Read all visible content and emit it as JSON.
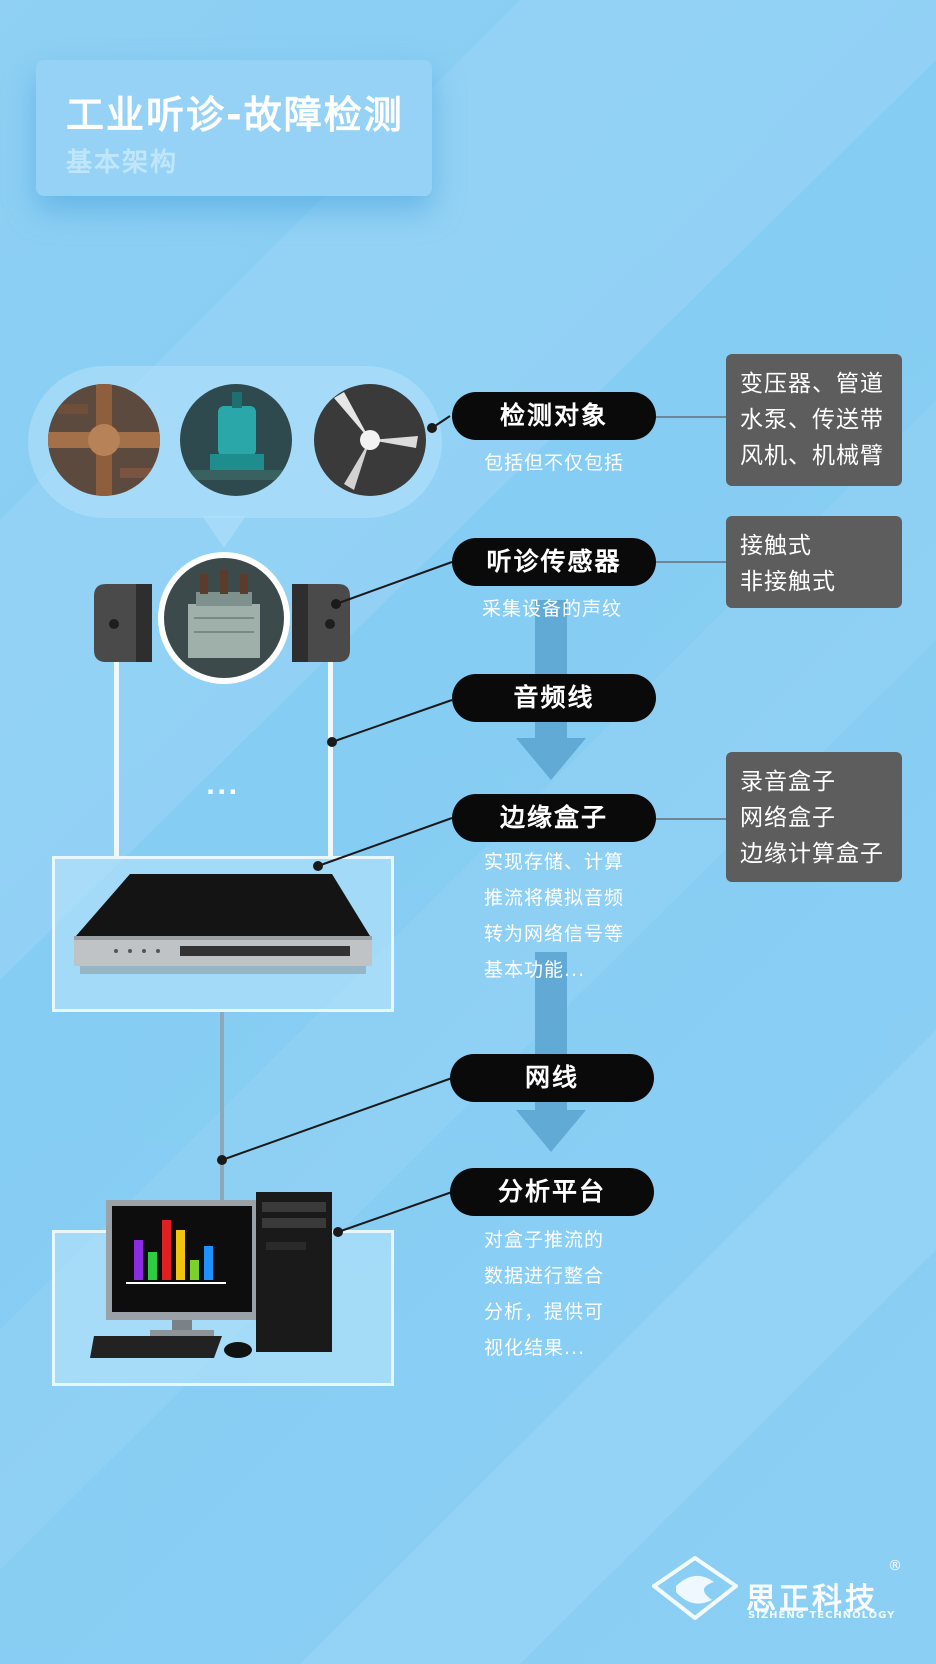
{
  "header": {
    "title": "工业听诊-故障检测",
    "subtitle": "基本架构"
  },
  "nodes": [
    {
      "label": "检测对象",
      "caption": "包括但不仅包括"
    },
    {
      "label": "听诊传感器",
      "caption": "采集设备的声纹"
    },
    {
      "label": "音频线"
    },
    {
      "label": "边缘盒子",
      "caption_lines": [
        "实现存储、计算",
        "推流将模拟音频",
        "转为网络信号等",
        "基本功能..."
      ]
    },
    {
      "label": "网线"
    },
    {
      "label": "分析平台",
      "caption_lines": [
        "对盒子推流的",
        "数据进行整合",
        "分析，提供可",
        "视化结果..."
      ]
    }
  ],
  "side_boxes": {
    "objects": [
      "变压器、管道",
      "水泵、传送带",
      "风机、机械臂"
    ],
    "sensors": [
      "接触式",
      "非接触式"
    ],
    "box_types": [
      "录音盒子",
      "网络盒子",
      "边缘计算盒子"
    ]
  },
  "ellipsis": "...",
  "logo": {
    "name": "思正科技",
    "name_en": "SIZHENG TECHNOLOGY",
    "registered": "®"
  },
  "colors": {
    "background": "#88cef3",
    "pill": "#0a0a0a",
    "gray_box": "#5d5d5d",
    "arrow": "#5aa3cf"
  },
  "icons": [
    "pipes-photo",
    "pump-photo",
    "wind-turbine-photo",
    "transformer-photo",
    "sensor-icon",
    "edge-box-device",
    "computer-with-chart"
  ]
}
